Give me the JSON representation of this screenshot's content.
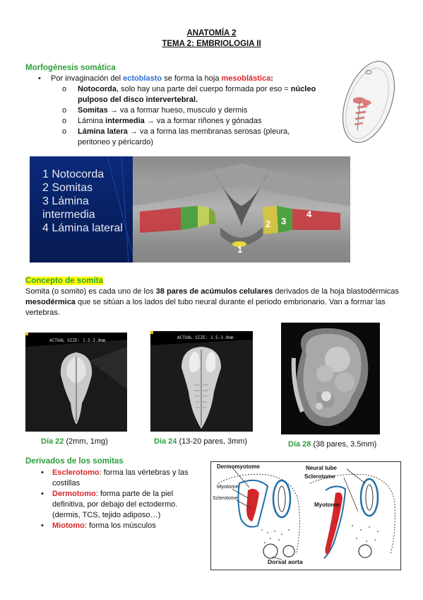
{
  "header": {
    "title": "ANATOMÍA 2",
    "subtitle": "TEMA 2: EMBRIOLOGIA II"
  },
  "morfogenesis": {
    "heading": "Morfogénesis somática",
    "intro_pre": "Por invaginación del ",
    "intro_ecto": "ectoblasto",
    "intro_mid": " se forma la hoja ",
    "intro_meso": "mesoblástica",
    "intro_post": ":",
    "items": [
      {
        "bold": "Notocorda",
        "text": ", solo hay una parte del cuerpo formada por eso = ",
        "bold2": "núcleo pulposo del disco intervertebral."
      },
      {
        "bold": "Somitas",
        "text": " → va a formar hueso, musculo y dermis"
      },
      {
        "pre": "Lámina ",
        "bold": "intermedia",
        "text": " → va a formar riñones y gónadas"
      },
      {
        "bold": "Lámina latera",
        "text": " → va a forma las membranas serosas (pleura, peritoneo y péricardo)"
      }
    ]
  },
  "slide": {
    "items": [
      "1 Notocorda",
      "2 Somitas",
      "3 Lámina intermedia",
      "4 Lámina lateral"
    ],
    "markers": [
      "1",
      "2",
      "3",
      "4"
    ]
  },
  "somita": {
    "heading": "Concepto de somita",
    "p_pre": "Somita (o somito) es cada uno de los ",
    "p_bold1": "38 pares de acúmulos celulares",
    "p_mid": " derivados de la hoja blastodérmicas ",
    "p_bold2": "mesodérmica",
    "p_post": " que se sitúan a los lados del tubo neural durante el periodo embrionario. Van a formar las vertebras."
  },
  "embryos": [
    {
      "scale": "ACTUAL SIZE: 1.5-2.0mm",
      "day": "Día 22",
      "detail": " (2mm, 1mg)"
    },
    {
      "scale": "ACTUAL SIZE: 1.5-3.0mm",
      "day": "Día 24",
      "detail": " (13-20 pares, 3mm)"
    },
    {
      "day": "Día 28",
      "detail": " (38 pares, 3.5mm)"
    }
  ],
  "derivados": {
    "heading": "Derivados de los somitas",
    "items": [
      {
        "name": "Esclerotomo",
        "text": ": forma las vértebras y las costillas"
      },
      {
        "name": "Dermotomo",
        "text": ": forma parte de la piel definitiva, por debajo del ectodermo. (dermis, TCS, tejido adiposo…)"
      },
      {
        "name": "Miotomo",
        "text": ": forma los músculos"
      }
    ]
  },
  "diagram": {
    "labels": {
      "dermomyotome": "Dermomyotome",
      "myotome_left": "Myotome",
      "sclerotome_left": "Sclerotome",
      "neural_tube": "Neural tube",
      "sclerotome_right": "Sclerotome",
      "myotome_right": "Myotome",
      "dorsal_aorta": "Dorsal aorta"
    }
  }
}
